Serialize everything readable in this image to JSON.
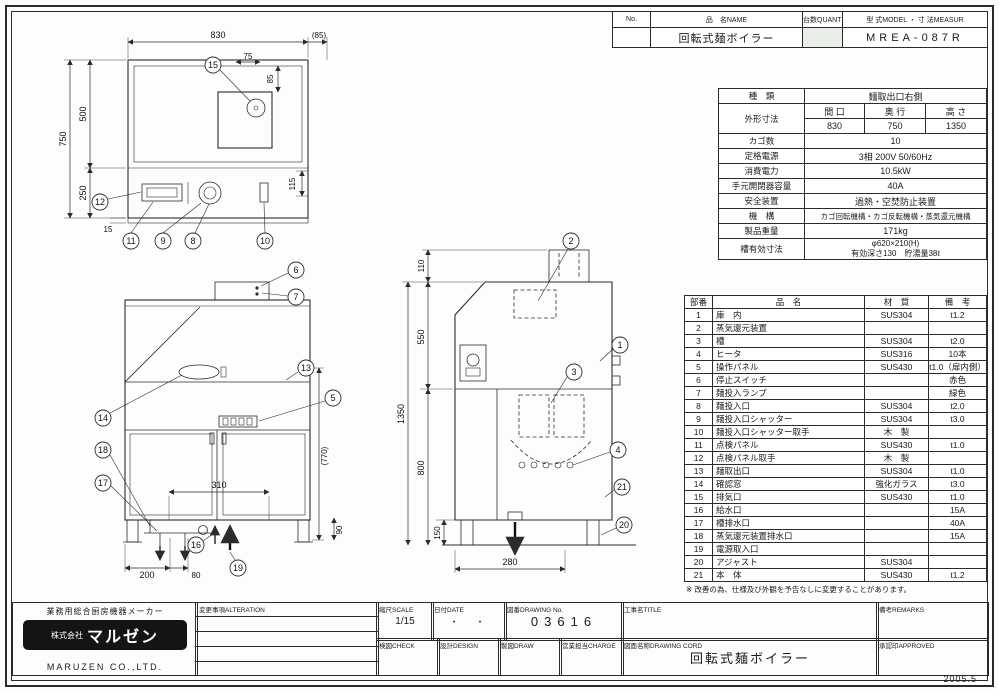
{
  "header": {
    "no_label": "No.",
    "name_label": "品　名NAME",
    "qty_label": "台数QUANTITY",
    "model_label": "型 式MODEL ・ 寸 法MEASUR",
    "name_value": "回転式麺ボイラー",
    "model_value": "MREA-087R"
  },
  "spec": {
    "kind_label": "種　類",
    "kind_value": "麺取出口右側",
    "outer_label": "外形寸法",
    "width_label": "間 口",
    "depth_label": "奥 行",
    "height_label": "高 さ",
    "width_value": "830",
    "depth_value": "750",
    "height_value": "1350",
    "basket_label": "カゴ数",
    "basket_value": "10",
    "power_label": "定格電源",
    "power_value": "3相 200V 50/60Hz",
    "consumption_label": "消費電力",
    "consumption_value": "10.5kW",
    "breaker_label": "手元開閉器容量",
    "breaker_value": "40A",
    "safety_label": "安全装置",
    "safety_value": "過熱・空焚防止装置",
    "mechanism_label": "機　構",
    "mechanism_value": "カゴ回転機構・カゴ反転機構・蒸気還元機構",
    "weight_label": "製品重量",
    "weight_value": "171kg",
    "tank_label": "槽有効寸法",
    "tank_value1": "φ620×210(H)",
    "tank_value2": "有効深さ130　貯湯量38ℓ"
  },
  "parts": {
    "headers": [
      "部番",
      "品　名",
      "材　質",
      "備　考"
    ],
    "rows": [
      [
        "1",
        "庫　内",
        "SUS304",
        "t1.2"
      ],
      [
        "2",
        "蒸気還元装置",
        "",
        ""
      ],
      [
        "3",
        "槽",
        "SUS304",
        "t2.0"
      ],
      [
        "4",
        "ヒータ",
        "SUS316",
        "10本"
      ],
      [
        "5",
        "操作パネル",
        "SUS430",
        "t1.0（扉内側）"
      ],
      [
        "6",
        "停止スイッチ",
        "",
        "赤色"
      ],
      [
        "7",
        "麺投入ランプ",
        "",
        "緑色"
      ],
      [
        "8",
        "麺投入口",
        "SUS304",
        "t2.0"
      ],
      [
        "9",
        "麺投入口シャッター",
        "SUS304",
        "t3.0"
      ],
      [
        "10",
        "麺投入口シャッター取手",
        "木　製",
        ""
      ],
      [
        "11",
        "点検パネル",
        "SUS430",
        "t1.0"
      ],
      [
        "12",
        "点検パネル取手",
        "木　製",
        ""
      ],
      [
        "13",
        "麺取出口",
        "SUS304",
        "t1.0"
      ],
      [
        "14",
        "確認窓",
        "強化ガラス",
        "t3.0"
      ],
      [
        "15",
        "排気口",
        "SUS430",
        "t1.0"
      ],
      [
        "16",
        "給水口",
        "",
        "15A"
      ],
      [
        "17",
        "槽排水口",
        "",
        "40A"
      ],
      [
        "18",
        "蒸気還元装置排水口",
        "",
        "15A"
      ],
      [
        "19",
        "電源取入口",
        "",
        ""
      ],
      [
        "20",
        "アジャスト",
        "SUS304",
        ""
      ],
      [
        "21",
        "本　体",
        "SUS430",
        "t1.2"
      ]
    ]
  },
  "note": "※ 改善の為、仕様及び外観を予告なしに変更することがあります。",
  "footer": {
    "maker_label": "業務用総合厨房機器メーカー",
    "logo_prefix": "株式会社",
    "logo_name": "マルゼン",
    "company_en": "MARUZEN CO.,LTD.",
    "alteration_label": "変更事項ALTERATION",
    "scale_label": "縮尺SCALE",
    "scale_value": "1/15",
    "date_label": "日付DATE",
    "date_value": "・　・",
    "drawing_no_label": "図番DRAWING No.",
    "drawing_no_value": "03616",
    "title_label": "工事名TITLE",
    "remarks_label": "備考REMARKS",
    "check_label": "検図CHECK",
    "design_label": "設計DESIGN",
    "draw_label": "製図DRAW",
    "charge_label": "営業担当CHARGE",
    "drawing_name_label": "図面名称DRAWING CORD",
    "drawing_name_value": "回転式麺ボイラー",
    "approved_label": "承認印APPROVED",
    "date_stamp": "2005.5"
  },
  "d1": {
    "dim_830": "830",
    "dim_85p": "(85)",
    "dim_75": "75",
    "dim_85": "85",
    "dim_750": "750",
    "dim_500": "500",
    "dim_250": "250",
    "dim_15": "15",
    "dim_115": "115",
    "c15": "15",
    "c12": "12",
    "c11": "11",
    "c9": "9",
    "c8": "8",
    "c10": "10"
  },
  "d2": {
    "dim_310": "310",
    "dim_770": "(770)",
    "dim_90": "90",
    "dim_200": "200",
    "dim_80": "80",
    "c6": "6",
    "c7": "7",
    "c13": "13",
    "c5": "5",
    "c14": "14",
    "c18": "18",
    "c17": "17",
    "c16": "16",
    "c19": "19"
  },
  "d3": {
    "dim_110": "110",
    "dim_550": "550",
    "dim_1350": "1350",
    "dim_800": "800",
    "dim_150": "150",
    "dim_280": "280",
    "c2": "2",
    "c1": "1",
    "c3": "3",
    "c4": "4",
    "c21": "21",
    "c20": "20"
  }
}
